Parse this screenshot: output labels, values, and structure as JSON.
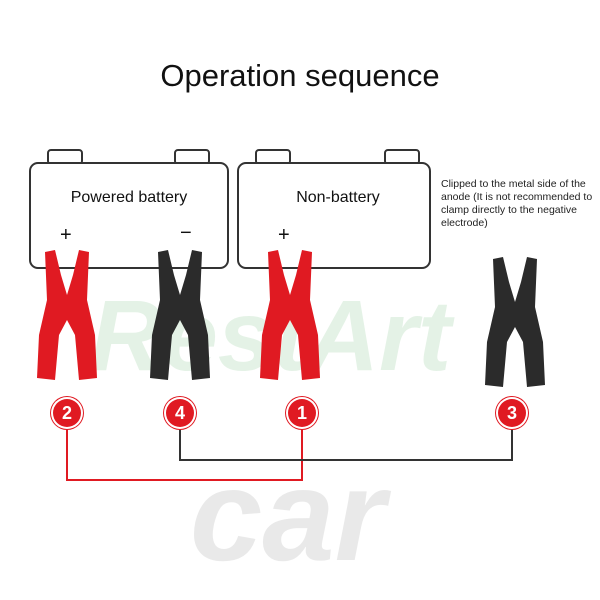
{
  "title": "Operation sequence",
  "watermark": "RestArt car",
  "batteries": [
    {
      "label": "Powered battery",
      "plus": "+",
      "minus": "−"
    },
    {
      "label": "Non-battery",
      "plus": "+"
    }
  ],
  "note": "Clipped to the metal side of the anode (It is not recommended to clamp directly to the negative electrode)",
  "steps": [
    "2",
    "4",
    "1",
    "3"
  ],
  "colors": {
    "red": "#e01a22",
    "black": "#2b2b2b",
    "wire": "#333333"
  }
}
